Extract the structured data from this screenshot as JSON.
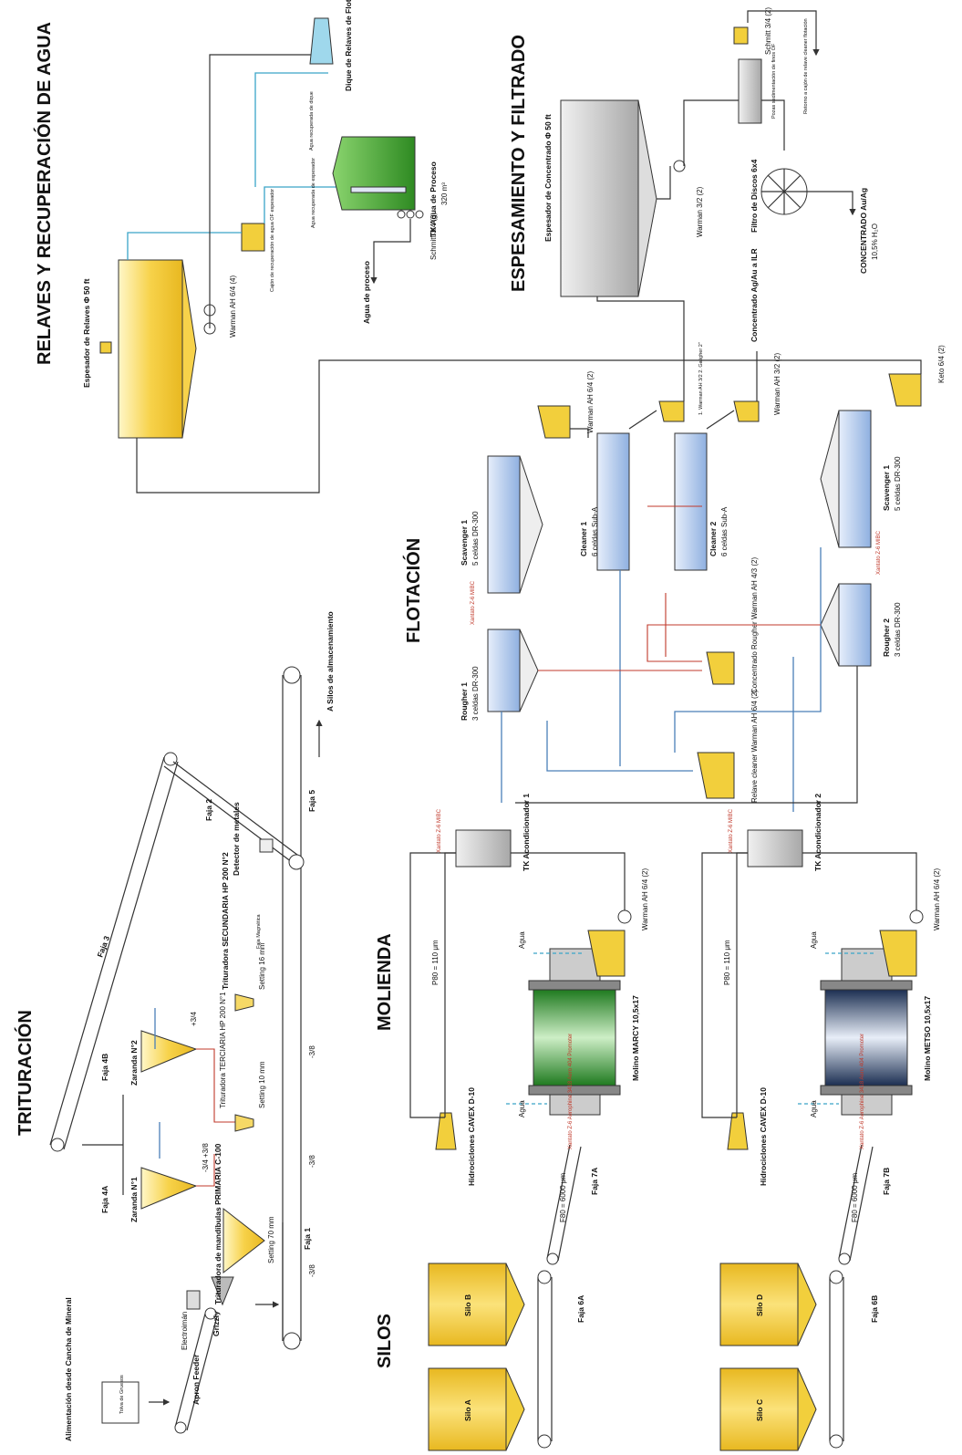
{
  "sections": {
    "trituracion": "TRITURACIÓN",
    "silos": "SILOS",
    "molienda": "MOLIENDA",
    "flotacion": "FLOTACIÓN",
    "relaves": "RELAVES Y RECUPERACIÓN DE AGUA",
    "espesamiento": "ESPESAMIENTO Y FILTRADO"
  },
  "trituracion": {
    "alimentacion": "Alimentación desde Cancha de Mineral",
    "tolva": "Tolva de Gruesos",
    "apron": "Apron Feeder",
    "grizzly": "Grizzly",
    "electroiman": "Electroimán",
    "primaria": "Trituradora de mandíbulas PRIMARIA C-100",
    "setting70": "Setting 70 mm",
    "faja1": "Faja 1",
    "faja2": "Faja 2",
    "faja3": "Faja 3",
    "faja4a": "Faja 4A",
    "faja4b": "Faja 4B",
    "faja5": "Faja 5",
    "zaranda1": "Zaranda N°1",
    "zaranda2": "Zaranda N°2",
    "terciaria": "Trituradora TERCIARIA HP 200 N°1",
    "setting10": "Setting 10 mm",
    "secundaria": "Trituradora SECUNDARIA HP 200 N°2",
    "setting16": "Setting 16 mm",
    "faja_magnetica": "Faja Magnética",
    "detector": "Detector de metales",
    "silos_alm": "A Silos de almacenamiento",
    "m38a": "-3/8",
    "m38b": "-3/8",
    "m38c": "-3/8",
    "p34": "+3/4",
    "m34p38": "-3/4 +3/8"
  },
  "silos": {
    "silo_a": "Silo A",
    "silo_b": "Silo B",
    "silo_c": "Silo C",
    "silo_d": "Silo D",
    "faja6a": "Faja 6A",
    "faja6b": "Faja 6B",
    "faja7a": "Faja 7A",
    "faja7b": "Faja 7B",
    "f80a": "F80 = 6000 μm",
    "f80b": "F80 = 6000 μm"
  },
  "molienda": {
    "hidro1": "Hidrociclones CAVEX D-10",
    "hidro2": "Hidrociclones CAVEX D-10",
    "agua1": "Agua",
    "agua2": "Agua",
    "agua3": "Agua",
    "agua4": "Agua",
    "p80a": "P80 = 110 μm",
    "p80b": "P80 = 110 μm",
    "molino1": "Molino MARCY 10,5x17",
    "molino2": "Molino METSO 10,5x17",
    "warman1": "Warman AH 6/4 (2)",
    "warman2": "Warman AH 6/4 (2)",
    "reag1": "Xantato Z-6 Aerophine 3418 Aero 404 Promoter",
    "reag2": "Xantato Z-6 Aerophine 3418 Aero 404 Promoter"
  },
  "flotacion": {
    "tk1": "TK Acondicionador 1",
    "tk2": "TK Acondicionador 2",
    "rougher1": "Rougher 1",
    "rougher1_sub": "3 celdas DR-300",
    "rougher2": "Rougher 2",
    "rougher2_sub": "3 celdas DR-300",
    "scav1": "Scavenger 1",
    "scav1_sub": "5 celdas DR-300",
    "scav2": "Scavenger 1",
    "scav2_sub": "5 celdas DR-300",
    "cleaner1": "Cleaner 1",
    "cleaner1_sub": "6 celdas Sub-A",
    "cleaner2": "Cleaner 2",
    "cleaner2_sub": "6 celdas Sub-A",
    "relave_cleaner": "Relave cleaner Warman AH 6/4 (2)",
    "conc_rougher": "Concentrado Rougher Warman AH 4/3 (2)",
    "warman_s1": "Warman AH 6/4 (2)",
    "warman_c1": "1. Warman AH 3/2 2. Galigher 2\"",
    "warman_c2": "Warman AH 3/2 (2)",
    "keto": "Keto 6/4 (2)",
    "conc_ilr": "Concentrado Ag/Au a ILR",
    "reag_tk1": "Xantato Z-6 MIBC",
    "reag_tk2": "Xantato Z-6 MIBC",
    "reag_s1": "Xantato Z-6 MIBC",
    "reag_s2": "Xantato Z-6 MIBC"
  },
  "relaves": {
    "espesador": "Espesador de Relaves Φ 50 ft",
    "warman": "Warman AH 6/4 (4)",
    "cajon": "Cajón de recuperación de agua OF espesador",
    "agua_esp": "Agua recuperada de espesador",
    "agua_dique": "Agua recuperada de dique",
    "tk_agua": "TK Agua de Proceso",
    "tk_agua_vol": "320 m³",
    "schmitt": "Schmitt 3/4 (3)",
    "agua_proceso": "Agua de proceso",
    "dique": "Dique de Relaves de Flotación"
  },
  "espesamiento": {
    "espesador": "Espesador de Concentrado Φ 50 ft",
    "warman": "Warman 3/2 (2)",
    "filtro": "Filtro de Discos 6x4",
    "concentrado": "CONCENTRADO Au/Ag",
    "humedad": "10,5% H₂O",
    "pozas": "Pozas sedimentación de finos OF",
    "schmitt": "Schmitt 3/4 (2)",
    "retorno": "Retorno a cajón de relave cleaner flotación"
  },
  "colors": {
    "silo": "#f2cf3c",
    "cell": "#a8c4ea",
    "mill1": "#3fae3f",
    "mill2": "#3a5b8f",
    "tank": "#5bb544",
    "thickener": "#c9c9c9",
    "blue": "#4a7fb8",
    "red": "#c0392b",
    "cyan": "#3aa5c8"
  }
}
